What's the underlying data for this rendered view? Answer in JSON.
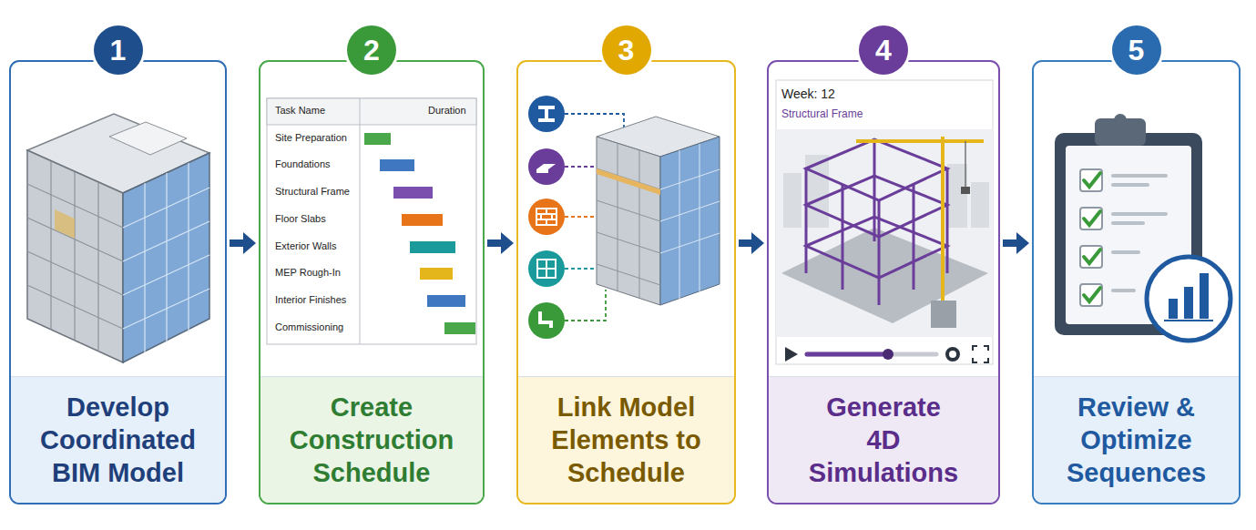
{
  "diagram": {
    "nodes": [
      {
        "text": [
          "Develop Coordinated BIM Model"
        ]
      },
      {
        "text": [
          "1"
        ],
        "in": 0
      },
      {
        "text": [
          "Create Construction Schedule"
        ]
      },
      {
        "text": [
          "2"
        ],
        "in": 2
      },
      {
        "text": [
          "Link Model Elements to Schedule"
        ]
      },
      {
        "text": [
          "3"
        ],
        "in": 4
      },
      {
        "text": [
          "Generate 4D Simulations"
        ]
      },
      {
        "text": [
          "4"
        ],
        "in": 6
      },
      {
        "text": [
          "Review & Optimize Sequences"
        ]
      },
      {
        "text": [
          "5"
        ],
        "in": 8
      }
    ],
    "edges": [
      {
        "from": 0,
        "to": 2,
        "arrow": "to"
      },
      {
        "from": 2,
        "to": 4,
        "arrow": "to"
      },
      {
        "from": 4,
        "to": 6,
        "arrow": "to"
      },
      {
        "from": 6,
        "to": 8,
        "arrow": "to"
      }
    ],
    "labels": [
      "Task Name",
      "Duration",
      "Site Preparation",
      "Foundations",
      "Structural Frame",
      "Floor Slabs",
      "Exterior Walls",
      "MEP Rough-In",
      "Interior Finishes",
      "Commissioning",
      "Week: 12",
      "Structural Frame"
    ]
  }
}
